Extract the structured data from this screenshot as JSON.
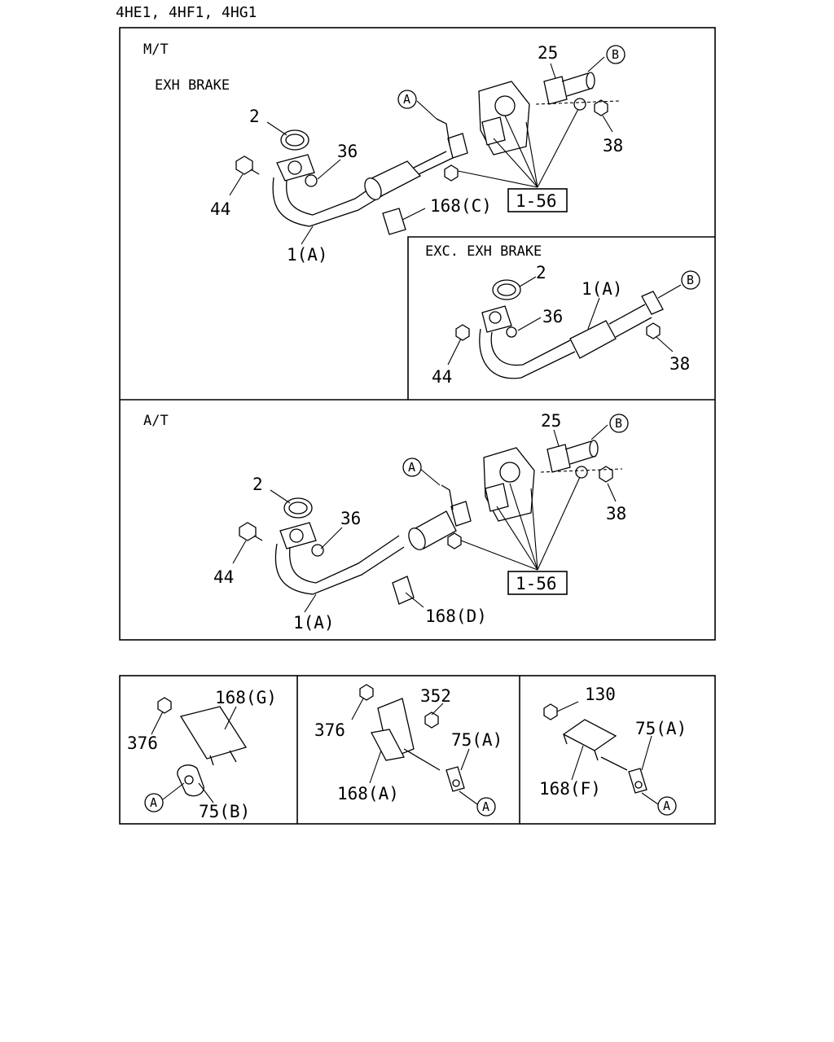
{
  "header": {
    "title": "4HE1, 4HF1, 4HG1"
  },
  "panels": {
    "mt": {
      "label": "M/T",
      "sublabel": "EXH BRAKE",
      "callouts": [
        "2",
        "36",
        "44",
        "1(A)",
        "168(C)",
        "25",
        "38"
      ],
      "ref_box": "1-56",
      "circles": [
        "A",
        "B"
      ]
    },
    "exc": {
      "label": "EXC. EXH BRAKE",
      "callouts": [
        "2",
        "1(A)",
        "36",
        "44",
        "38"
      ],
      "circles": [
        "B"
      ]
    },
    "at": {
      "label": "A/T",
      "callouts": [
        "2",
        "36",
        "44",
        "1(A)",
        "168(D)",
        "25",
        "38"
      ],
      "ref_box": "1-56",
      "circles": [
        "A",
        "B"
      ]
    },
    "bottom_left": {
      "callouts": [
        "168(G)",
        "376",
        "75(B)"
      ],
      "circles": [
        "A"
      ]
    },
    "bottom_mid": {
      "callouts": [
        "352",
        "376",
        "75(A)",
        "168(A)"
      ],
      "circles": [
        "A"
      ]
    },
    "bottom_right": {
      "callouts": [
        "130",
        "75(A)",
        "168(F)"
      ],
      "circles": [
        "A"
      ]
    }
  }
}
